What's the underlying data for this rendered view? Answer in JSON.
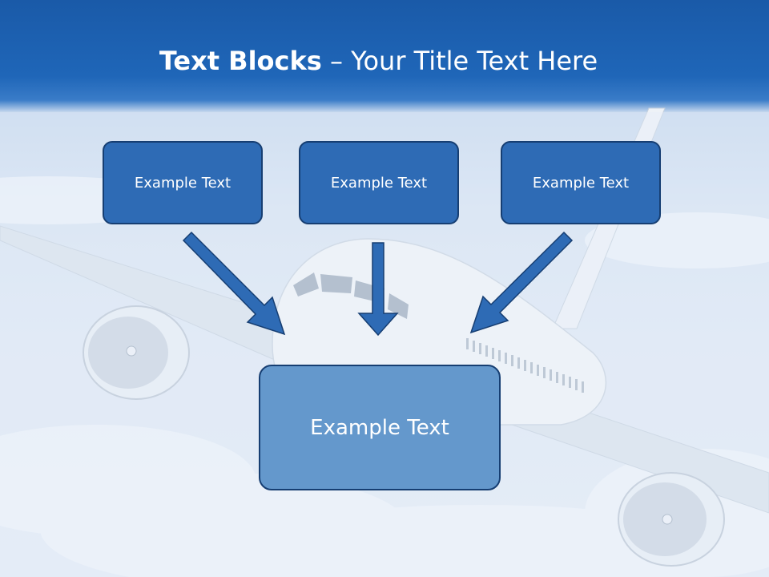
{
  "title": {
    "bold_part": "Text Blocks",
    "separator": " – ",
    "regular_part": "Your Title Text Here"
  },
  "blocks": {
    "left": "Example Text",
    "middle": "Example Text",
    "right": "Example Text",
    "main": "Example Text"
  },
  "colors": {
    "header_blue": "#1f66b8",
    "box_fill": "#2e6bb5",
    "box_border": "#163e72",
    "main_box_fill": "#6498cc",
    "arrow_fill": "#2e6bb5"
  },
  "icons": {
    "background": "airplane-in-sky-photo",
    "arrows": "down-arrow-icon"
  }
}
